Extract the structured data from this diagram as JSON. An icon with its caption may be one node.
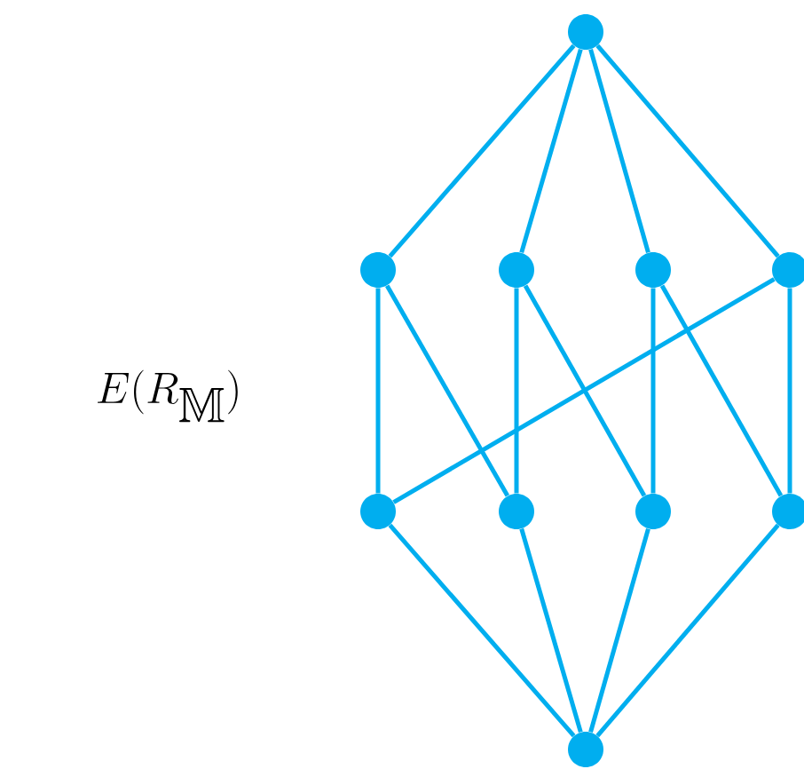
{
  "diagram": {
    "nodes": [
      {
        "text": [],
        "shape": "circle"
      },
      {
        "text": [],
        "shape": "circle"
      },
      {
        "text": [],
        "shape": "circle"
      },
      {
        "text": [],
        "shape": "circle"
      },
      {
        "text": [],
        "shape": "circle"
      },
      {
        "text": [],
        "shape": "circle"
      },
      {
        "text": [],
        "shape": "circle"
      },
      {
        "text": [],
        "shape": "circle"
      },
      {
        "text": [],
        "shape": "circle"
      },
      {
        "text": [],
        "shape": "circle"
      }
    ],
    "edges": [
      {
        "from": 0,
        "to": 1,
        "arrow": "none"
      },
      {
        "from": 0,
        "to": 2,
        "arrow": "none"
      },
      {
        "from": 0,
        "to": 3,
        "arrow": "none"
      },
      {
        "from": 0,
        "to": 4,
        "arrow": "none"
      },
      {
        "from": 1,
        "to": 5,
        "arrow": "none"
      },
      {
        "from": 1,
        "to": 6,
        "arrow": "none"
      },
      {
        "from": 2,
        "to": 6,
        "arrow": "none"
      },
      {
        "from": 2,
        "to": 7,
        "arrow": "none"
      },
      {
        "from": 3,
        "to": 7,
        "arrow": "none"
      },
      {
        "from": 3,
        "to": 8,
        "arrow": "none"
      },
      {
        "from": 4,
        "to": 8,
        "arrow": "none"
      },
      {
        "from": 4,
        "to": 5,
        "arrow": "none"
      },
      {
        "from": 5,
        "to": 9,
        "arrow": "none"
      },
      {
        "from": 6,
        "to": 9,
        "arrow": "none"
      },
      {
        "from": 7,
        "to": 9,
        "arrow": "none"
      },
      {
        "from": 8,
        "to": 9,
        "arrow": "none"
      }
    ],
    "labels": [
      "E(R_{\\mathbb{M}})"
    ]
  }
}
